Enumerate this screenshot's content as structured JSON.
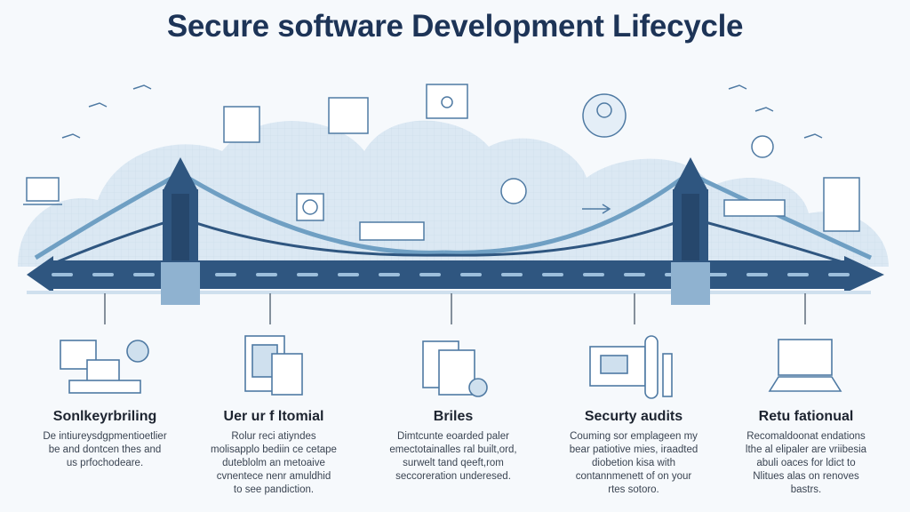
{
  "title": "Secure software Development Lifecycle",
  "stages": [
    {
      "heading": "Sonlkeyrbriling",
      "lines": [
        "De intiureysdgpmentioetlier",
        "be and dontcen thes and",
        "us prfochodeare."
      ],
      "icon": "computer-devices-icon"
    },
    {
      "heading": "Uer ur f ltomial",
      "lines": [
        "Rolur reci atiyndes",
        "molisapplo bediin ce cetape",
        "duteblolm an metoaive",
        "cvnentece nenr amuldhid",
        "to see pandiction."
      ],
      "icon": "tablet-document-icon"
    },
    {
      "heading": "Briles",
      "lines": [
        "Dimtcunte eoarded paler",
        "emectotainalles ral built,ord,",
        "surwelt tand qeeft,rom",
        "seccoreration underesed."
      ],
      "icon": "document-magnifier-icon"
    },
    {
      "heading": "Securty audits",
      "lines": [
        "Couming sor emplageen my",
        "bear patiotive mies, iraadted",
        "diobetion kisa with",
        "contannmenett of on your",
        "rtes sotoro."
      ],
      "icon": "audit-device-icon"
    },
    {
      "heading": "Retu fationual",
      "lines": [
        "Recomaldoonat endations",
        "lthe al elipaler are vriibesia",
        "abuli oaces for ldict to",
        "Nlitues alas on renoves",
        "bastrs."
      ],
      "icon": "laptop-icon"
    }
  ],
  "colors": {
    "deck": "#2f5680",
    "tower": "#34608c",
    "cloud": "#dbe8f3",
    "title": "#1d3457"
  }
}
